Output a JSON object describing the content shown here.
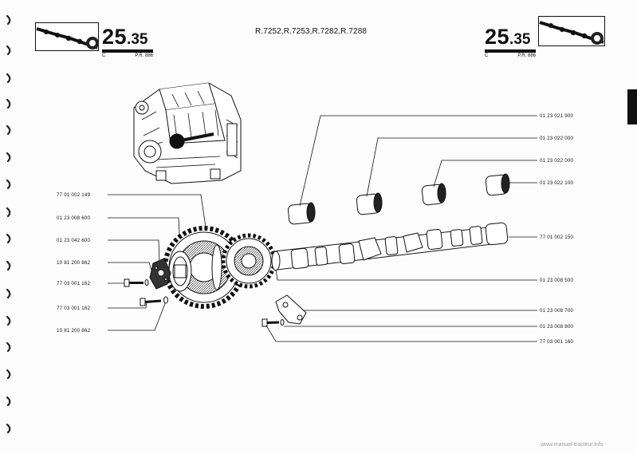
{
  "header": {
    "left": {
      "section_main": "25",
      "section_sub": ".35",
      "edition": "C",
      "reference": "P.R. 886"
    },
    "right": {
      "section_main": "25",
      "section_sub": ".35",
      "edition": "C",
      "reference": "P.R. 886"
    },
    "models": "R.7252,R.7253,R.7282,R.7288"
  },
  "part_labels_left": [
    "77 01 002 149",
    "01 23 008 600",
    "01 23 042 600",
    "10 81 200 862",
    "77 03 001 162",
    "77 03 001 162",
    "10 81 200 862"
  ],
  "part_labels_right": [
    "01 23 021 900",
    "01 23 022 000",
    "01 23 022 000",
    "01 23 022 100",
    "77 01 002 150",
    "01 23 008 500",
    "01  23 008 700",
    "01 23 008 800",
    "77 03 001 160"
  ],
  "footer": {
    "watermark": "www.manuel-tracteur.info"
  }
}
